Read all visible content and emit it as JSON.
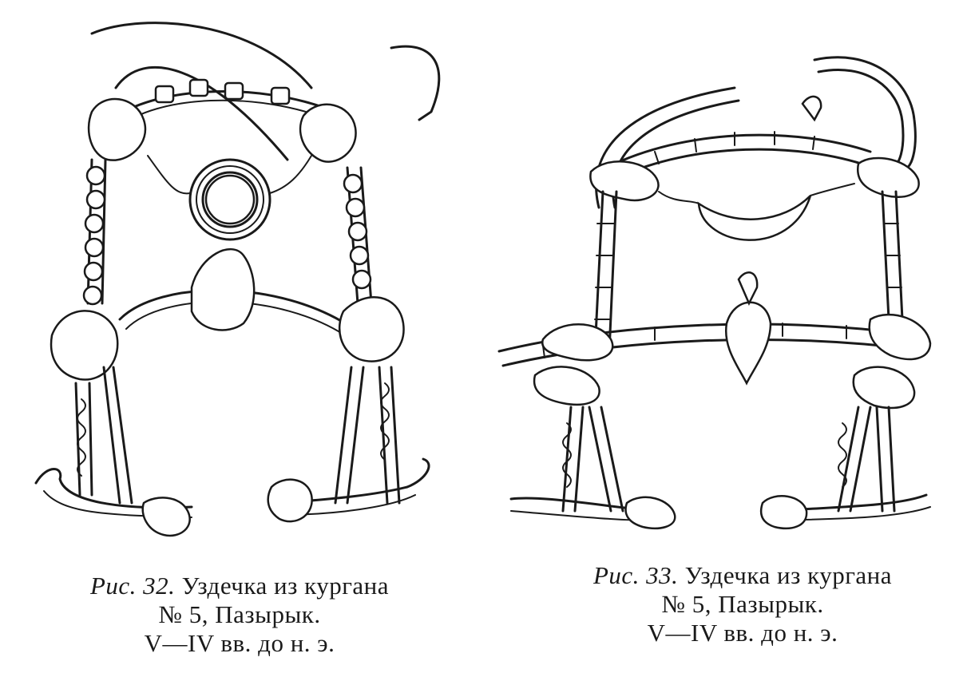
{
  "figures": [
    {
      "id": "fig32",
      "caption_lead": "Рис. 32.",
      "caption_title": "Уздечка из кургана",
      "caption_line2": "№ 5, Пазырык.",
      "caption_line3": "V—IV вв. до н. э."
    },
    {
      "id": "fig33",
      "caption_lead": "Рис. 33.",
      "caption_title": "Уздечка из кургана",
      "caption_line2": "№ 5, Пазырык.",
      "caption_line3": "V—IV вв. до н. э."
    }
  ],
  "ink_color": "#1a1a1a",
  "paper_color": "#ffffff"
}
